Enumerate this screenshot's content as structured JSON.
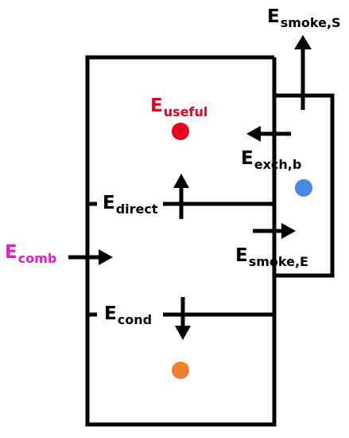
{
  "labels": {
    "smoke_s": {
      "base": "E",
      "sub": "smoke,S"
    },
    "useful": {
      "base": "E",
      "sub": "useful",
      "color": "#e8001c"
    },
    "exch_b": {
      "base": "E",
      "sub": "exch,b"
    },
    "direct": {
      "base": "E",
      "sub": "direct"
    },
    "comb": {
      "base": "E",
      "sub": "comb",
      "color": "#e619d0"
    },
    "smoke_e": {
      "base": "E",
      "sub": "smoke,E"
    },
    "cond": {
      "base": "E",
      "sub": "cond"
    }
  },
  "colors": {
    "ink": "#000000",
    "dot_useful": "#e8001c",
    "dot_exch": "#4a86e8",
    "dot_cond": "#f08030"
  }
}
